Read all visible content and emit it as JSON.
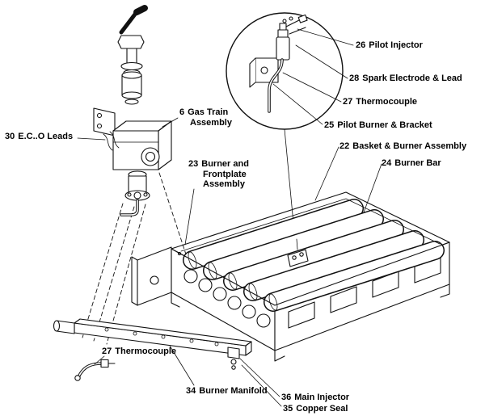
{
  "colors": {
    "line": "#111111",
    "background": "#ffffff"
  },
  "labels": [
    {
      "num": "30",
      "text": "E.C..O Leads"
    },
    {
      "num": "6",
      "text": "Gas Train Assembly"
    },
    {
      "num": "23",
      "text": "Burner and Frontplate Assembly"
    },
    {
      "num": "26",
      "text": "Pilot Injector"
    },
    {
      "num": "28",
      "text": "Spark Electrode & Lead"
    },
    {
      "num": "27",
      "text": "Thermocouple"
    },
    {
      "num": "25",
      "text": "Pilot Burner & Bracket"
    },
    {
      "num": "22",
      "text": "Basket & Burner Assembly"
    },
    {
      "num": "24",
      "text": "Burner Bar"
    },
    {
      "num": "27",
      "text": "Thermocouple"
    },
    {
      "num": "34",
      "text": "Burner Manifold"
    },
    {
      "num": "36",
      "text": "Main Injector"
    },
    {
      "num": "35",
      "text": "Copper Seal"
    }
  ]
}
